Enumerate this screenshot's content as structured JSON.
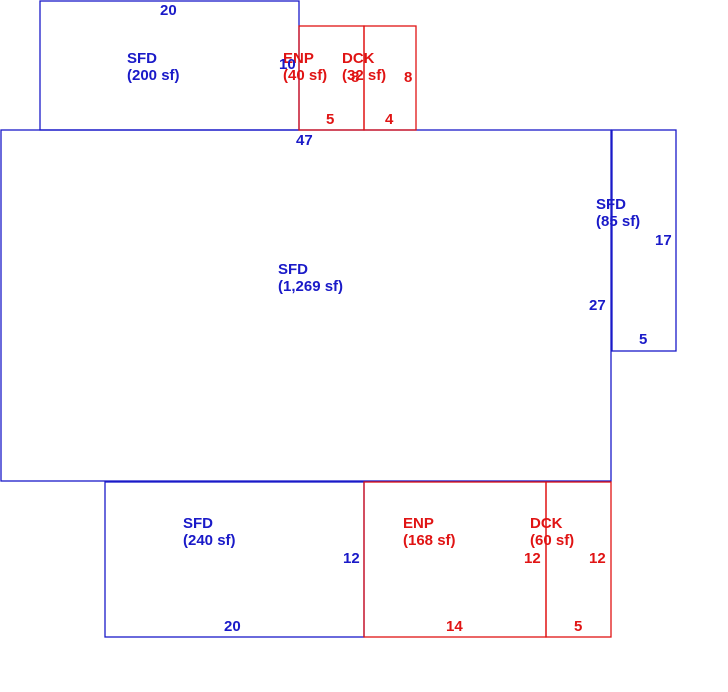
{
  "colors": {
    "living": "#1a1ac8",
    "porch_deck": "#e01414"
  },
  "areas": [
    {
      "id": "sfd-top",
      "code": "SFD",
      "area": "(200 sf)",
      "type": "living"
    },
    {
      "id": "enp-top",
      "code": "ENP",
      "area": "(40 sf)",
      "type": "porch_deck"
    },
    {
      "id": "dck-top",
      "code": "DCK",
      "area": "(32 sf)",
      "type": "porch_deck"
    },
    {
      "id": "sfd-main",
      "code": "SFD",
      "area": "(1,269 sf)",
      "type": "living"
    },
    {
      "id": "sfd-right",
      "code": "SFD",
      "area": "(85 sf)",
      "type": "living"
    },
    {
      "id": "sfd-bottom",
      "code": "SFD",
      "area": "(240 sf)",
      "type": "living"
    },
    {
      "id": "enp-bottom",
      "code": "ENP",
      "area": "(168 sf)",
      "type": "porch_deck"
    },
    {
      "id": "dck-bottom",
      "code": "DCK",
      "area": "(60 sf)",
      "type": "porch_deck"
    }
  ],
  "dimensions": [
    {
      "id": "sfd-top-width",
      "value": "20",
      "type": "living"
    },
    {
      "id": "sfd-top-height",
      "value": "10",
      "type": "living"
    },
    {
      "id": "enp-top-width",
      "value": "5",
      "type": "porch_deck"
    },
    {
      "id": "dck-top-height",
      "value": "8",
      "type": "porch_deck"
    },
    {
      "id": "dck-top-inner",
      "value": "8",
      "type": "porch_deck"
    },
    {
      "id": "dck-top-width",
      "value": "4",
      "type": "porch_deck"
    },
    {
      "id": "main-width",
      "value": "47",
      "type": "living"
    },
    {
      "id": "main-height",
      "value": "27",
      "type": "living"
    },
    {
      "id": "sfd-right-height",
      "value": "17",
      "type": "living"
    },
    {
      "id": "sfd-right-width",
      "value": "5",
      "type": "living"
    },
    {
      "id": "sfd-bottom-height",
      "value": "12",
      "type": "living"
    },
    {
      "id": "sfd-bottom-width",
      "value": "20",
      "type": "living"
    },
    {
      "id": "enp-bottom-height",
      "value": "12",
      "type": "porch_deck"
    },
    {
      "id": "enp-bottom-width",
      "value": "14",
      "type": "porch_deck"
    },
    {
      "id": "dck-bottom-height",
      "value": "12",
      "type": "porch_deck"
    },
    {
      "id": "dck-bottom-width",
      "value": "5",
      "type": "porch_deck"
    }
  ]
}
